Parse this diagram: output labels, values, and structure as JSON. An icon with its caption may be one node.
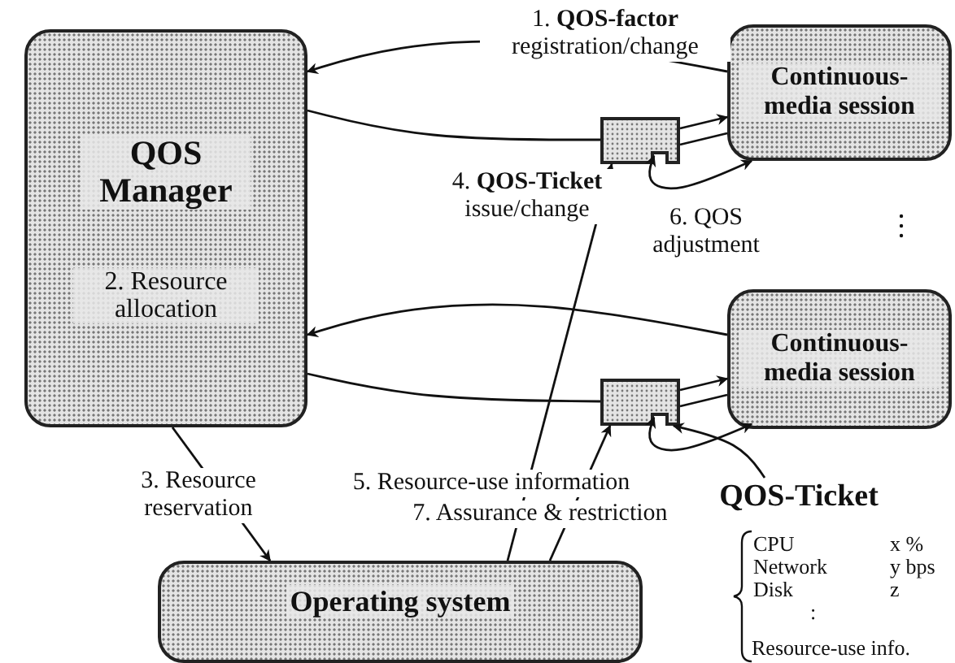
{
  "diagram": {
    "nodes": [
      {
        "text": [
          "QOS Manager",
          "2. Resource allocation"
        ]
      },
      {
        "text": [
          "Continuous-media session"
        ]
      },
      {
        "text": [],
        "shape": "box"
      },
      {
        "text": [
          "Continuous-media session"
        ]
      },
      {
        "text": [],
        "shape": "box"
      },
      {
        "text": [
          "Operating system"
        ]
      },
      {
        "text": [
          "QOS-Ticket"
        ]
      }
    ],
    "edges": [
      {
        "from": 1,
        "to": 0,
        "arrow": "to",
        "label": "1. **QOS-factor** registration/change"
      },
      {
        "from": 0,
        "to": 2,
        "arrow": "none",
        "label": "4. **QOS-Ticket** issue/change"
      },
      {
        "from": 2,
        "to": 1,
        "arrow": "to"
      },
      {
        "from": 2,
        "to": 1,
        "arrow": "none"
      },
      {
        "from": 2,
        "to": 1,
        "arrow": "both",
        "label": "6. QOS adjustment"
      },
      {
        "from": 3,
        "to": 0,
        "arrow": "to"
      },
      {
        "from": 0,
        "to": 4,
        "arrow": "none"
      },
      {
        "from": 4,
        "to": 3,
        "arrow": "to"
      },
      {
        "from": 4,
        "to": 3,
        "arrow": "none"
      },
      {
        "from": 4,
        "to": 3,
        "arrow": "both"
      },
      {
        "from": 0,
        "to": 5,
        "arrow": "to",
        "label": "3. Resource reservation"
      },
      {
        "from": 5,
        "to": 2,
        "arrow": "to",
        "label": "5. Resource-use information"
      },
      {
        "from": 5,
        "to": 4,
        "arrow": "to",
        "label": "7. Assurance & restriction"
      },
      {
        "from": 6,
        "to": 4,
        "arrow": "to"
      }
    ],
    "labels": [
      "CPU",
      "x %",
      "Network",
      "y bps",
      "Disk",
      "z",
      ":",
      "Resource-use info."
    ]
  }
}
